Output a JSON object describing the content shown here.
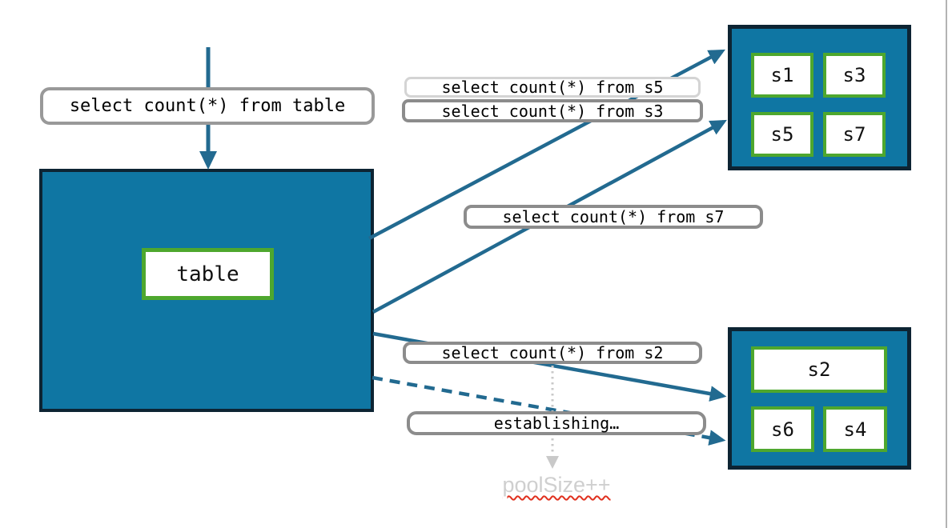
{
  "labels": {
    "query_table": "select count(*) from table",
    "query_s5": "select count(*) from s5",
    "query_s3": "select count(*) from s3",
    "query_s7": "select count(*) from s7",
    "query_s2": "select count(*) from s2",
    "establishing": "establishing…",
    "pool_size": "poolSize++"
  },
  "nodes": {
    "table": {
      "label": "table"
    },
    "shard_group_top": {
      "shards": [
        "s1",
        "s3",
        "s5",
        "s7"
      ]
    },
    "shard_group_bottom": {
      "shards": [
        "s2",
        "s6",
        "s4"
      ]
    }
  },
  "colors": {
    "node_fill": "#0f76a3",
    "node_border": "#0d2433",
    "shard_border": "#4ea72e",
    "arrow": "#226a90",
    "label_border": "#8c8c8c",
    "label_border_faded": "#d4d4d4",
    "muted_text": "#cfcfcf",
    "spellcheck_underline": "#e0301e",
    "dotted_arrow": "#c9c9c9"
  }
}
